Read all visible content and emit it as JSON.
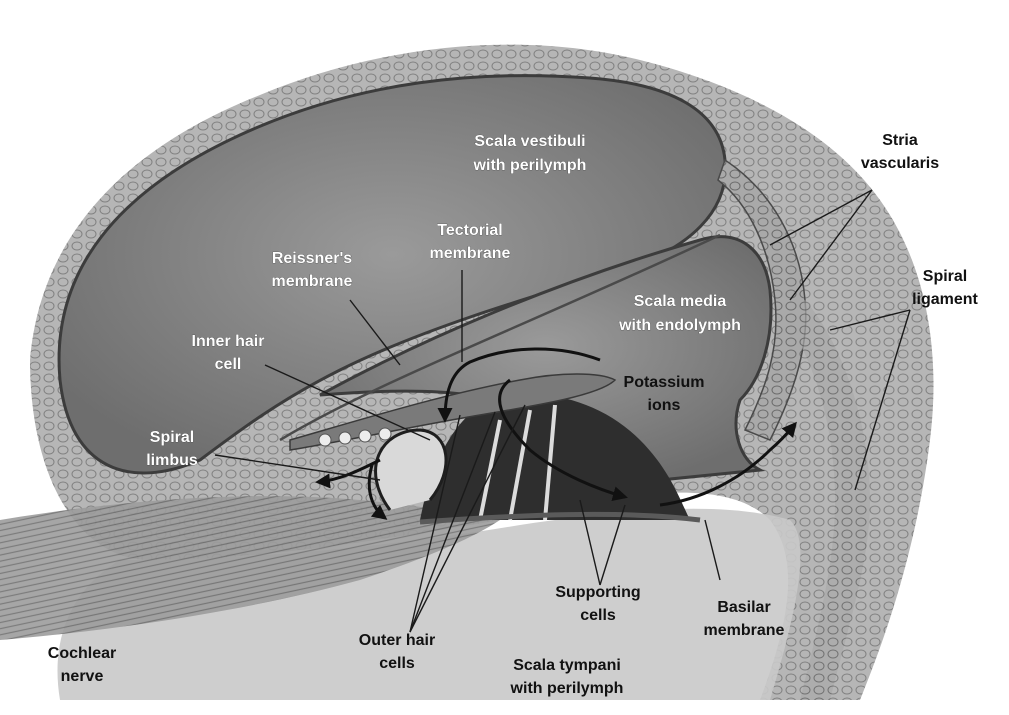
{
  "labels": {
    "scala_vestibuli": [
      "Scala vestibuli",
      "with perilymph"
    ],
    "stria_vascularis": [
      "Stria",
      "vascularis"
    ],
    "tectorial_membrane": [
      "Tectorial",
      "membrane"
    ],
    "reissners_membrane": [
      "Reissner's",
      "membrane"
    ],
    "spiral_ligament": [
      "Spiral",
      "ligament"
    ],
    "scala_media": [
      "Scala media",
      "with endolymph"
    ],
    "inner_hair_cell": [
      "Inner hair",
      "cell"
    ],
    "potassium_ions": [
      "Potassium",
      "ions"
    ],
    "spiral_limbus": [
      "Spiral",
      "limbus"
    ],
    "supporting_cells": [
      "Supporting",
      "cells"
    ],
    "basilar_membrane": [
      "Basilar",
      "membrane"
    ],
    "outer_hair_cells": [
      "Outer hair",
      "cells"
    ],
    "cochlear_nerve": [
      "Cochlear",
      "nerve"
    ],
    "scala_tympani": [
      "Scala tympani",
      "with perilymph"
    ]
  },
  "colors": {
    "chamber_fill": "#8a8a8a",
    "tissue_dark": "#3a3a3a",
    "tissue_light": "#b8b8b8",
    "background": "#ffffff"
  }
}
